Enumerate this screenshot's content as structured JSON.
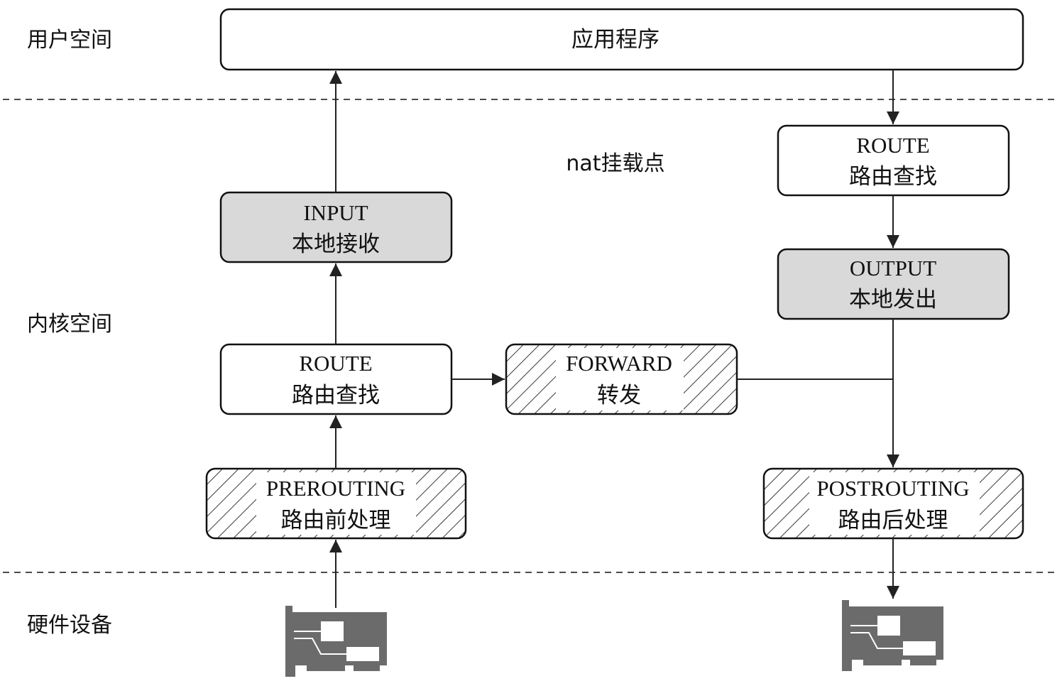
{
  "zones": {
    "user_space": "用户空间",
    "kernel_space": "内核空间",
    "hardware": "硬件设备"
  },
  "caption": "nat挂载点",
  "nodes": {
    "app": {
      "label": "应用程序"
    },
    "route_out": {
      "en": "ROUTE",
      "zh": "路由查找"
    },
    "input": {
      "en": "INPUT",
      "zh": "本地接收"
    },
    "output": {
      "en": "OUTPUT",
      "zh": "本地发出"
    },
    "route_in": {
      "en": "ROUTE",
      "zh": "路由查找"
    },
    "forward": {
      "en": "FORWARD",
      "zh": "转发"
    },
    "prerouting": {
      "en": "PREROUTING",
      "zh": "路由前处理"
    },
    "postrouting": {
      "en": "POSTROUTING",
      "zh": "路由后处理"
    }
  },
  "styles": {
    "nat_hook_fill": "hatched",
    "filter_hook_fill": "#d9d9d9",
    "plain_fill": "#ffffff",
    "nic_color": "#6b6b6b"
  },
  "icons": [
    "nic-card-icon",
    "nic-card-icon"
  ]
}
